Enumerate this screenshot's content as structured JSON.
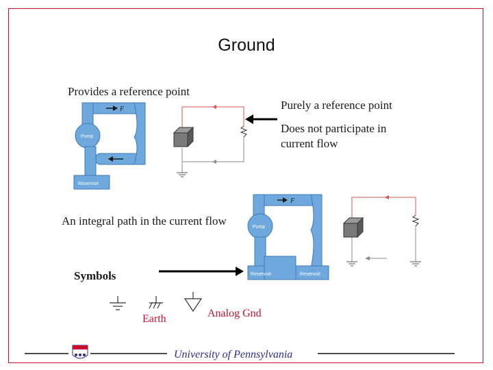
{
  "slide": {
    "title": "Ground",
    "footer": "University of Pennsylvania"
  },
  "diagram": {
    "top_left_label": "Provides a reference point",
    "right_label_1": "Purely a reference point",
    "right_label_2_line1": "Does not participate in",
    "right_label_2_line2": "current flow",
    "middle_label": "An integral path in the current flow",
    "symbols_label": "Symbols",
    "earth_label": "Earth",
    "analog_gnd_label": "Analog Gnd",
    "pump_label": "Pump",
    "reservoir_label": "Reservoir",
    "flow_label": "F"
  },
  "colors": {
    "border": "#c8102e",
    "water": "#6fa8dc",
    "wire_red": "#d9534f",
    "wire_gray": "#888888",
    "symbol_text": "#c8102e",
    "footer_text": "#2b2b8f"
  }
}
